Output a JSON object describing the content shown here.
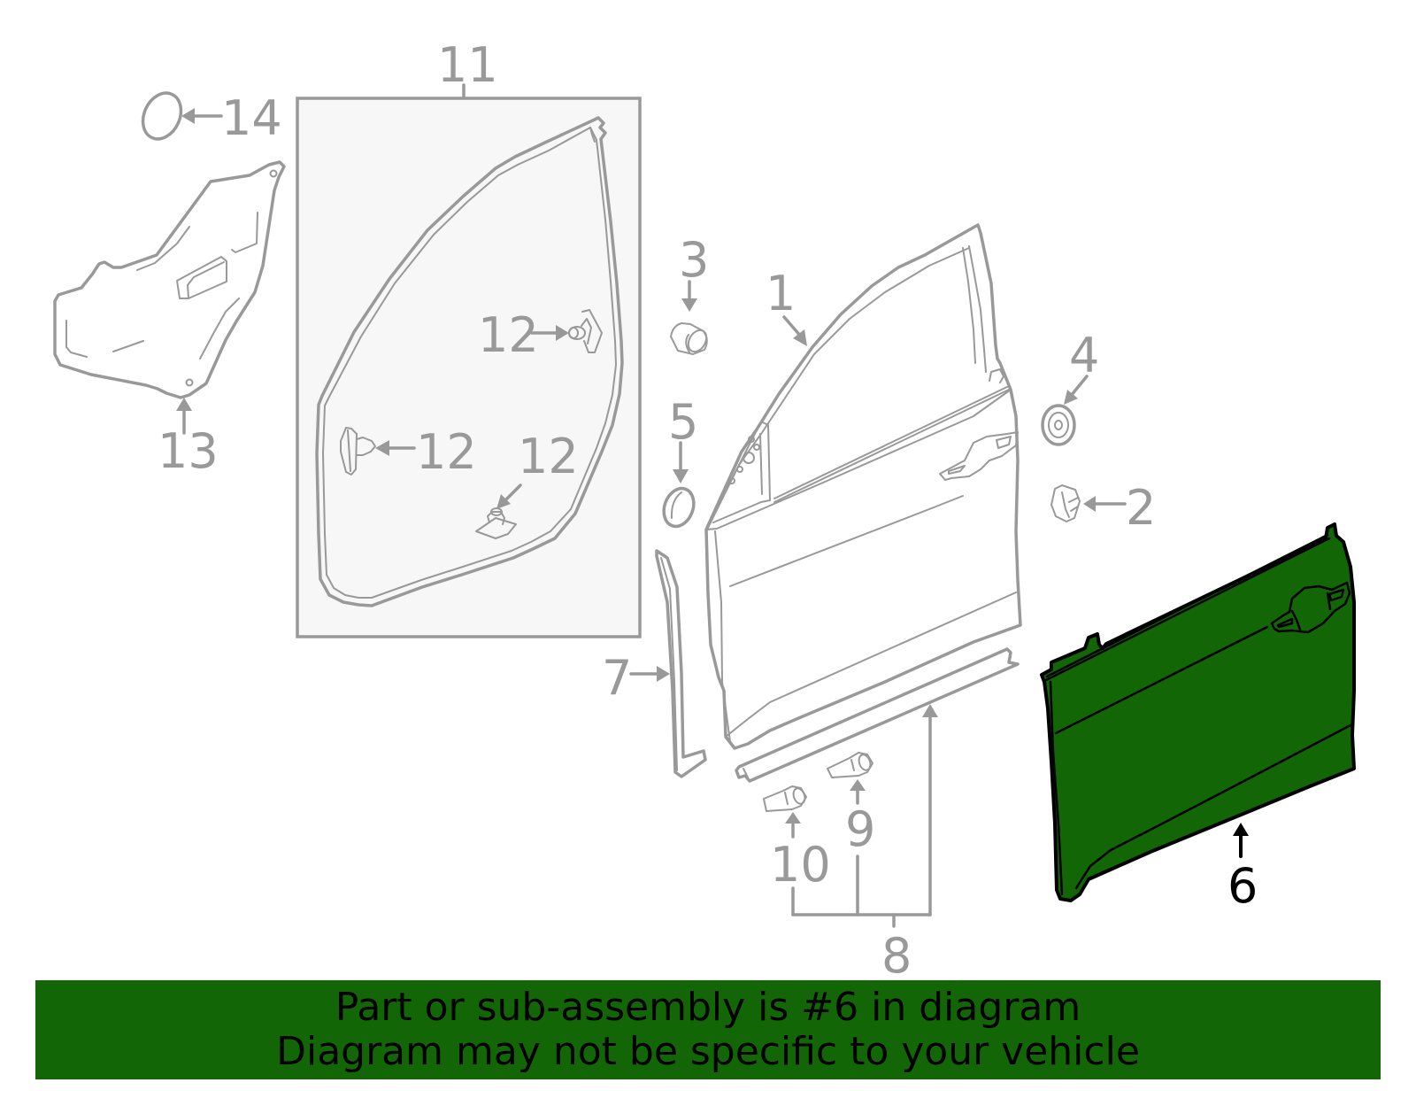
{
  "diagram": {
    "highlighted_part": "6",
    "highlight_color": "#136605",
    "line_color": "#999999",
    "callouts": {
      "c1": "1",
      "c2": "2",
      "c3": "3",
      "c4": "4",
      "c5": "5",
      "c6": "6",
      "c7": "7",
      "c8": "8",
      "c9": "9",
      "c10": "10",
      "c11": "11",
      "c12a": "12",
      "c12b": "12",
      "c12c": "12",
      "c13": "13",
      "c14": "14"
    },
    "parts": [
      {
        "number": "1",
        "name": "door-shell"
      },
      {
        "number": "2",
        "name": "bumper-stop"
      },
      {
        "number": "3",
        "name": "plug-cap"
      },
      {
        "number": "4",
        "name": "grommet"
      },
      {
        "number": "5",
        "name": "hole-plug"
      },
      {
        "number": "6",
        "name": "outer-door-panel"
      },
      {
        "number": "7",
        "name": "sash-trim"
      },
      {
        "number": "8",
        "name": "lower-molding-kit"
      },
      {
        "number": "9",
        "name": "molding-clip"
      },
      {
        "number": "10",
        "name": "molding-clip"
      },
      {
        "number": "11",
        "name": "door-weatherstrip-kit"
      },
      {
        "number": "12",
        "name": "weatherstrip-clip"
      },
      {
        "number": "13",
        "name": "water-shield"
      },
      {
        "number": "14",
        "name": "seal-ring"
      }
    ]
  },
  "banner": {
    "line1": "Part or sub-assembly is #6 in diagram",
    "line2": "Diagram may not be specific to your vehicle",
    "background": "#136605"
  }
}
